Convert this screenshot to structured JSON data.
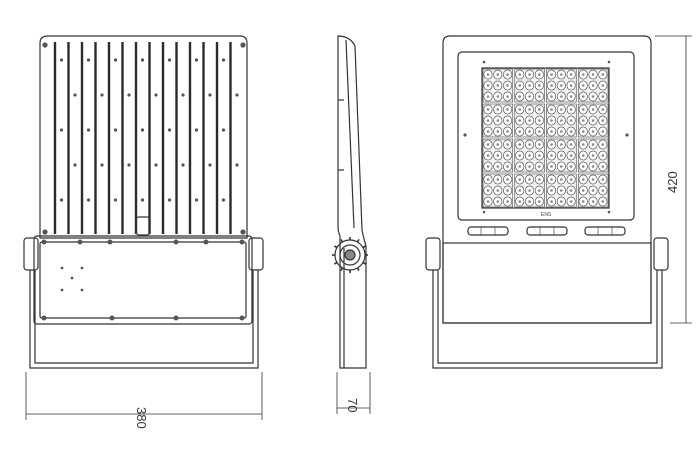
{
  "dimensions": {
    "width": "380",
    "depth": "70",
    "height": "420"
  },
  "front_label": "ENS",
  "colors": {
    "line": "#333333",
    "fin": "#2a2a2a",
    "background": "#ffffff"
  }
}
